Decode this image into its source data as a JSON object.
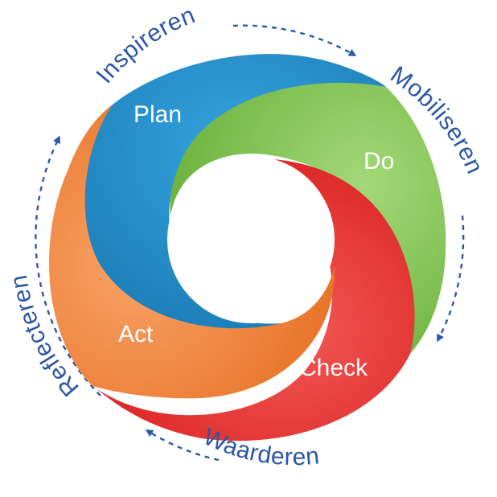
{
  "phases": [
    {
      "id": "plan",
      "label": "Plan",
      "color": "#1C7DB8",
      "highlight": "#35A3DD"
    },
    {
      "id": "do",
      "label": "Do",
      "color": "#6DB33F",
      "highlight": "#A3D878"
    },
    {
      "id": "check",
      "label": "Check",
      "color": "#E3262A",
      "highlight": "#F35B58"
    },
    {
      "id": "act",
      "label": "Act",
      "color": "#EB7A2E",
      "highlight": "#F9A366"
    }
  ],
  "outer_labels": {
    "inspireren": "Inspireren",
    "mobiliseren": "Mobiliseren",
    "waarderen": "Waarderen",
    "reflecteren": "Reflecteren"
  },
  "colors": {
    "ring_text": "#2C57A6",
    "arrow": "#2C57A6",
    "background": "#FFFFFF"
  }
}
